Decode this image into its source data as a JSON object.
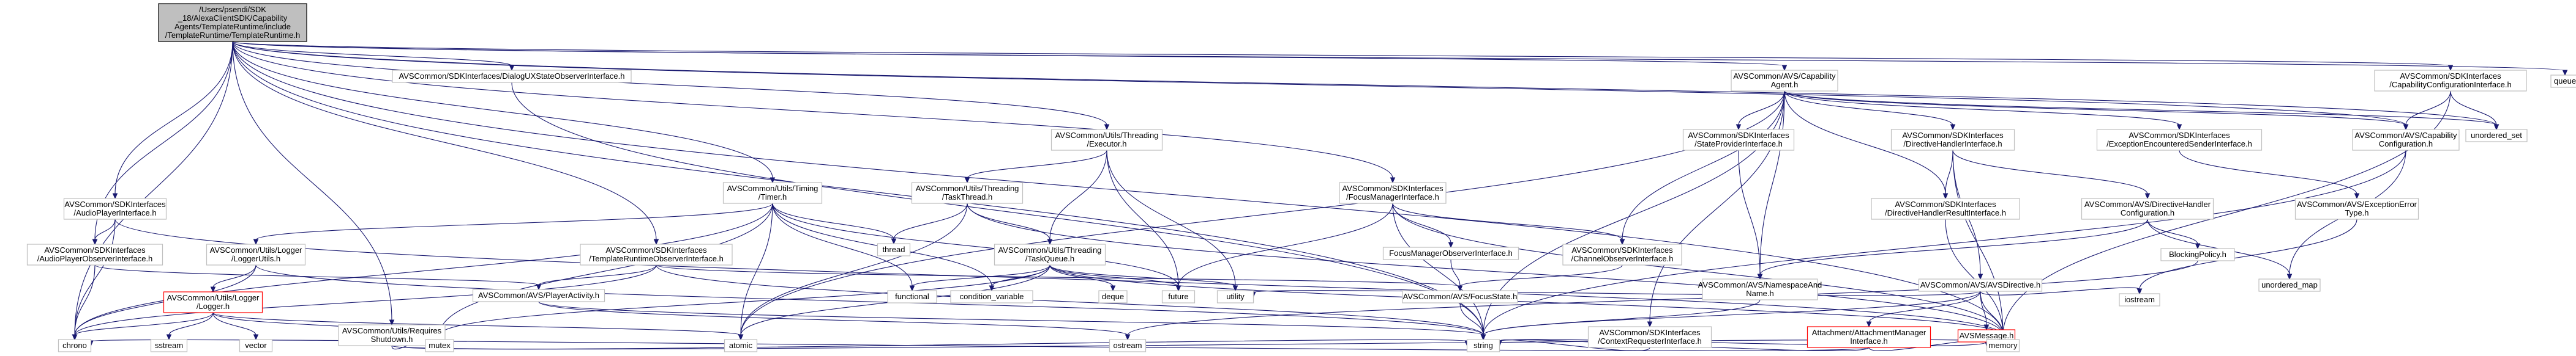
{
  "colors": {
    "edge": "#191970",
    "node_border": "#bfbfbf",
    "node_fill": "#ffffff",
    "root_fill": "#bfbfbf",
    "root_border": "#000000",
    "missing_border": "#ff0000",
    "text": "#000000"
  },
  "root": {
    "id": "root",
    "lines": [
      "/Users/psendi/SDK",
      "_18/AlexaClientSDK/Capability",
      "Agents/TemplateRuntime/include",
      "/TemplateRuntime/TemplateRuntime.h"
    ]
  },
  "nodes": [
    {
      "id": "audioplayer_if",
      "lines": [
        "AVSCommon/SDKInterfaces",
        "/AudioPlayerInterface.h"
      ]
    },
    {
      "id": "dialogux",
      "lines": [
        "AVSCommon/SDKInterfaces/DialogUXStateObserverInterface.h"
      ]
    },
    {
      "id": "executor",
      "lines": [
        "AVSCommon/Utils/Threading",
        "/Executor.h"
      ]
    },
    {
      "id": "timer",
      "lines": [
        "AVSCommon/Utils/Timing",
        "/Timer.h"
      ]
    },
    {
      "id": "capability_agent",
      "lines": [
        "AVSCommon/AVS/Capability",
        "Agent.h"
      ]
    },
    {
      "id": "capcfg_if",
      "lines": [
        "AVSCommon/SDKInterfaces",
        "/CapabilityConfigurationInterface.h"
      ]
    },
    {
      "id": "queue",
      "lines": [
        "queue"
      ]
    },
    {
      "id": "unordered_set",
      "lines": [
        "unordered_set"
      ]
    },
    {
      "id": "tasktheread",
      "lines": [
        "AVSCommon/Utils/Threading",
        "/TaskThread.h"
      ]
    },
    {
      "id": "focusmgr_if",
      "lines": [
        "AVSCommon/SDKInterfaces",
        "/FocusManagerInterface.h"
      ]
    },
    {
      "id": "stateprovider",
      "lines": [
        "AVSCommon/SDKInterfaces",
        "/StateProviderInterface.h"
      ]
    },
    {
      "id": "directivehandler_if",
      "lines": [
        "AVSCommon/SDKInterfaces",
        "/DirectiveHandlerInterface.h"
      ]
    },
    {
      "id": "exceptionsender",
      "lines": [
        "AVSCommon/SDKInterfaces",
        "/ExceptionEncounteredSenderInterface.h"
      ]
    },
    {
      "id": "capcfg",
      "lines": [
        "AVSCommon/AVS/Capability",
        "Configuration.h"
      ]
    },
    {
      "id": "audioplayer_obs",
      "lines": [
        "AVSCommon/SDKInterfaces",
        "/AudioPlayerObserverInterface.h"
      ]
    },
    {
      "id": "loggerutils",
      "lines": [
        "AVSCommon/Utils/Logger",
        "/LoggerUtils.h"
      ]
    },
    {
      "id": "thread",
      "lines": [
        "thread"
      ]
    },
    {
      "id": "templateruntime_obs",
      "lines": [
        "AVSCommon/SDKInterfaces",
        "/TemplateRuntimeObserverInterface.h"
      ]
    },
    {
      "id": "taskqueue",
      "lines": [
        "AVSCommon/Utils/Threading",
        "/TaskQueue.h"
      ]
    },
    {
      "id": "focusmgr_obs",
      "lines": [
        "FocusManagerObserverInterface.h"
      ]
    },
    {
      "id": "channel_obs",
      "lines": [
        "AVSCommon/SDKInterfaces",
        "/ChannelObserverInterface.h"
      ]
    },
    {
      "id": "namespaceandname",
      "lines": [
        "AVSCommon/AVS/NamespaceAnd",
        "Name.h"
      ]
    },
    {
      "id": "dh_result",
      "lines": [
        "AVSCommon/SDKInterfaces",
        "/DirectiveHandlerResultInterface.h"
      ]
    },
    {
      "id": "dh_config",
      "lines": [
        "AVSCommon/AVS/DirectiveHandler",
        "Configuration.h"
      ]
    },
    {
      "id": "exceptionerror",
      "lines": [
        "AVSCommon/AVS/ExceptionError",
        "Type.h"
      ]
    },
    {
      "id": "unordered_map",
      "lines": [
        "unordered_map"
      ]
    },
    {
      "id": "logger",
      "lines": [
        "AVSCommon/Utils/Logger",
        "/Logger.h"
      ],
      "missing": true
    },
    {
      "id": "requiresshutdown",
      "lines": [
        "AVSCommon/Utils/Requires",
        "Shutdown.h"
      ]
    },
    {
      "id": "playeractivity",
      "lines": [
        "AVSCommon/AVS/PlayerActivity.h"
      ]
    },
    {
      "id": "functional",
      "lines": [
        "functional"
      ]
    },
    {
      "id": "condition_variable",
      "lines": [
        "condition_variable"
      ]
    },
    {
      "id": "deque",
      "lines": [
        "deque"
      ]
    },
    {
      "id": "future",
      "lines": [
        "future"
      ]
    },
    {
      "id": "utility",
      "lines": [
        "utility"
      ]
    },
    {
      "id": "focusstate",
      "lines": [
        "AVSCommon/AVS/FocusState.h"
      ]
    },
    {
      "id": "contextrequester",
      "lines": [
        "AVSCommon/SDKInterfaces",
        "/ContextRequesterInterface.h"
      ]
    },
    {
      "id": "avsdirective",
      "lines": [
        "AVSCommon/AVS/AVSDirective.h"
      ]
    },
    {
      "id": "blockingpolicy",
      "lines": [
        "BlockingPolicy.h"
      ]
    },
    {
      "id": "attachmentmgr",
      "lines": [
        "Attachment/AttachmentManager",
        "Interface.h"
      ],
      "missing": true
    },
    {
      "id": "avsmessage",
      "lines": [
        "AVSMessage.h"
      ],
      "missing": true
    },
    {
      "id": "iostream",
      "lines": [
        "iostream"
      ]
    },
    {
      "id": "chrono",
      "lines": [
        "chrono"
      ]
    },
    {
      "id": "sstream",
      "lines": [
        "sstream"
      ]
    },
    {
      "id": "vector",
      "lines": [
        "vector"
      ]
    },
    {
      "id": "mutex",
      "lines": [
        "mutex"
      ]
    },
    {
      "id": "atomic",
      "lines": [
        "atomic"
      ]
    },
    {
      "id": "ostream",
      "lines": [
        "ostream"
      ]
    },
    {
      "id": "string",
      "lines": [
        "string"
      ]
    },
    {
      "id": "memory",
      "lines": [
        "memory"
      ]
    }
  ],
  "edges": [
    [
      "root",
      "audioplayer_if"
    ],
    [
      "root",
      "dialogux"
    ],
    [
      "root",
      "executor"
    ],
    [
      "root",
      "timer"
    ],
    [
      "root",
      "capability_agent"
    ],
    [
      "root",
      "capcfg_if"
    ],
    [
      "root",
      "queue"
    ],
    [
      "root",
      "unordered_set"
    ],
    [
      "root",
      "focusmgr_if"
    ],
    [
      "root",
      "templateruntime_obs"
    ],
    [
      "root",
      "audioplayer_obs"
    ],
    [
      "root",
      "requiresshutdown"
    ],
    [
      "root",
      "chrono"
    ],
    [
      "root",
      "string"
    ],
    [
      "root",
      "memory"
    ],
    [
      "root",
      "capcfg"
    ],
    [
      "audioplayer_if",
      "audioplayer_obs"
    ],
    [
      "audioplayer_if",
      "chrono"
    ],
    [
      "audioplayer_if",
      "memory"
    ],
    [
      "audioplayer_obs",
      "playeractivity"
    ],
    [
      "audioplayer_obs",
      "chrono"
    ],
    [
      "dialogux",
      "string"
    ],
    [
      "executor",
      "tasktheread"
    ],
    [
      "executor",
      "taskqueue"
    ],
    [
      "executor",
      "future"
    ],
    [
      "executor",
      "utility"
    ],
    [
      "tasktheread",
      "thread"
    ],
    [
      "tasktheread",
      "atomic"
    ],
    [
      "tasktheread",
      "taskqueue"
    ],
    [
      "tasktheread",
      "memory"
    ],
    [
      "timer",
      "loggerutils"
    ],
    [
      "timer",
      "thread"
    ],
    [
      "timer",
      "mutex"
    ],
    [
      "timer",
      "future"
    ],
    [
      "timer",
      "chrono"
    ],
    [
      "timer",
      "condition_variable"
    ],
    [
      "timer",
      "functional"
    ],
    [
      "timer",
      "atomic"
    ],
    [
      "loggerutils",
      "logger"
    ],
    [
      "loggerutils",
      "chrono"
    ],
    [
      "loggerutils",
      "string"
    ],
    [
      "logger",
      "chrono"
    ],
    [
      "logger",
      "sstream"
    ],
    [
      "logger",
      "vector"
    ],
    [
      "logger",
      "mutex"
    ],
    [
      "logger",
      "atomic"
    ],
    [
      "taskqueue",
      "functional"
    ],
    [
      "taskqueue",
      "condition_variable"
    ],
    [
      "taskqueue",
      "deque"
    ],
    [
      "taskqueue",
      "future"
    ],
    [
      "taskqueue",
      "utility"
    ],
    [
      "taskqueue",
      "memory"
    ],
    [
      "taskqueue",
      "mutex"
    ],
    [
      "taskqueue",
      "atomic"
    ],
    [
      "templateruntime_obs",
      "playeractivity"
    ],
    [
      "templateruntime_obs",
      "focusstate"
    ],
    [
      "templateruntime_obs",
      "chrono"
    ],
    [
      "templateruntime_obs",
      "string"
    ],
    [
      "requiresshutdown",
      "mutex"
    ],
    [
      "requiresshutdown",
      "string"
    ],
    [
      "requiresshutdown",
      "memory"
    ],
    [
      "playeractivity",
      "ostream"
    ],
    [
      "playeractivity",
      "string"
    ],
    [
      "focusmgr_if",
      "focusmgr_obs"
    ],
    [
      "focusmgr_if",
      "channel_obs"
    ],
    [
      "focusmgr_if",
      "future"
    ],
    [
      "focusmgr_if",
      "string"
    ],
    [
      "focusmgr_if",
      "memory"
    ],
    [
      "focusmgr_obs",
      "focusstate"
    ],
    [
      "channel_obs",
      "focusstate"
    ],
    [
      "focusstate",
      "string"
    ],
    [
      "capability_agent",
      "stateprovider"
    ],
    [
      "capability_agent",
      "directivehandler_if"
    ],
    [
      "capability_agent",
      "exceptionsender"
    ],
    [
      "capability_agent",
      "capcfg"
    ],
    [
      "capability_agent",
      "channel_obs"
    ],
    [
      "capability_agent",
      "contextrequester"
    ],
    [
      "capability_agent",
      "namespaceandname"
    ],
    [
      "capability_agent",
      "dh_result"
    ],
    [
      "capability_agent",
      "atomic"
    ],
    [
      "capability_agent",
      "unordered_set"
    ],
    [
      "capability_agent",
      "string"
    ],
    [
      "stateprovider",
      "namespaceandname"
    ],
    [
      "directivehandler_if",
      "dh_result"
    ],
    [
      "directivehandler_if",
      "dh_config"
    ],
    [
      "directivehandler_if",
      "avsdirective"
    ],
    [
      "directivehandler_if",
      "memory"
    ],
    [
      "dh_result",
      "memory"
    ],
    [
      "dh_config",
      "namespaceandname"
    ],
    [
      "dh_config",
      "blockingpolicy"
    ],
    [
      "dh_config",
      "unordered_map"
    ],
    [
      "exceptionsender",
      "exceptionerror"
    ],
    [
      "exceptionerror",
      "iostream"
    ],
    [
      "namespaceandname",
      "string"
    ],
    [
      "avsdirective",
      "attachmentmgr"
    ],
    [
      "avsdirective",
      "avsmessage"
    ],
    [
      "avsdirective",
      "iostream"
    ],
    [
      "avsdirective",
      "memory"
    ],
    [
      "avsdirective",
      "string"
    ],
    [
      "avsdirective",
      "utility"
    ],
    [
      "attachmentmgr",
      "string"
    ],
    [
      "attachmentmgr",
      "memory"
    ],
    [
      "attachmentmgr",
      "chrono"
    ],
    [
      "avsmessage",
      "string"
    ],
    [
      "avsmessage",
      "memory"
    ],
    [
      "blockingpolicy",
      "ostream"
    ],
    [
      "contextrequester",
      "string"
    ],
    [
      "capcfg_if",
      "capcfg"
    ],
    [
      "capcfg_if",
      "unordered_set"
    ],
    [
      "capcfg_if",
      "memory"
    ],
    [
      "capcfg",
      "unordered_map"
    ],
    [
      "capcfg",
      "string"
    ]
  ]
}
